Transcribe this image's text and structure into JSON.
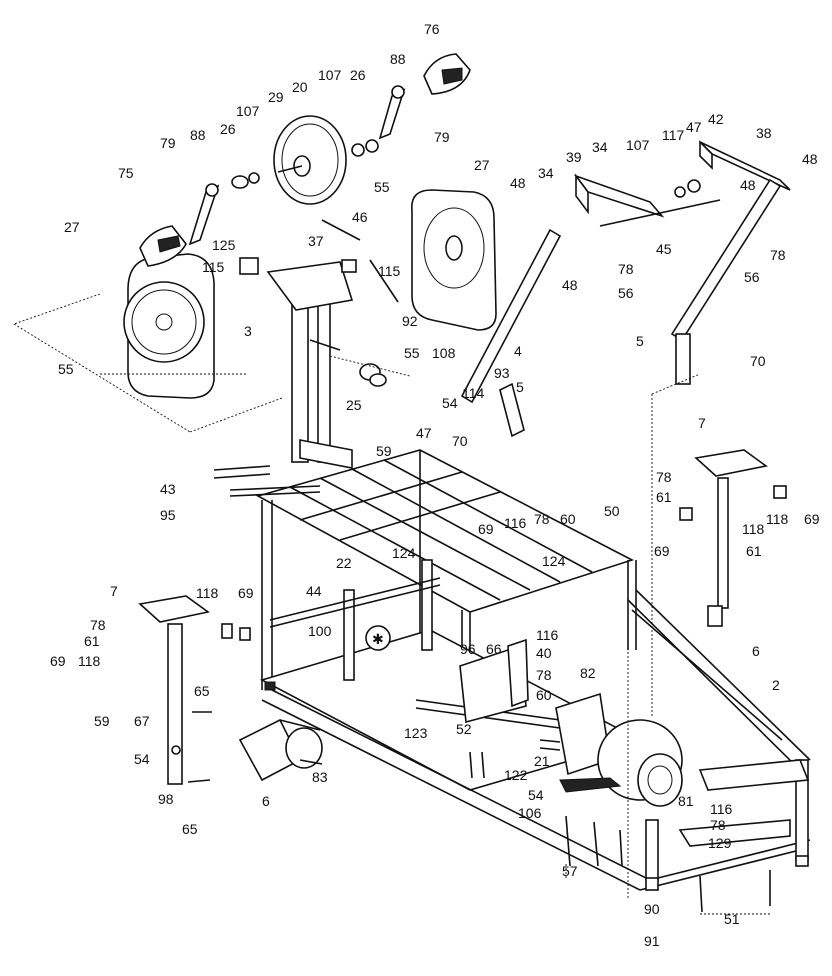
{
  "diagram": {
    "callouts": [
      "76",
      "88",
      "20",
      "107",
      "26",
      "29",
      "107",
      "79",
      "88",
      "26",
      "79",
      "75",
      "27",
      "55",
      "37",
      "46",
      "27",
      "48",
      "34",
      "39",
      "34",
      "107",
      "117",
      "47",
      "42",
      "38",
      "48",
      "48",
      "125",
      "115",
      "115",
      "92",
      "45",
      "78",
      "56",
      "78",
      "56",
      "48",
      "3",
      "55",
      "55",
      "108",
      "25",
      "4",
      "93",
      "5",
      "5",
      "70",
      "114",
      "54",
      "47",
      "70",
      "59",
      "43",
      "95",
      "78",
      "60",
      "50",
      "116",
      "69",
      "124",
      "22",
      "124",
      "7",
      "78",
      "61",
      "118",
      "69",
      "69",
      "61",
      "118",
      "7",
      "118",
      "69",
      "78",
      "61",
      "44",
      "100",
      "116",
      "96",
      "66",
      "40",
      "78",
      "60",
      "69",
      "118",
      "6",
      "82",
      "2",
      "65",
      "67",
      "59",
      "123",
      "52",
      "21",
      "83",
      "54",
      "98",
      "6",
      "65",
      "122",
      "54",
      "106",
      "116",
      "78",
      "129",
      "81",
      "57",
      "90",
      "91",
      "51"
    ],
    "asterisk_mark": "✱"
  }
}
